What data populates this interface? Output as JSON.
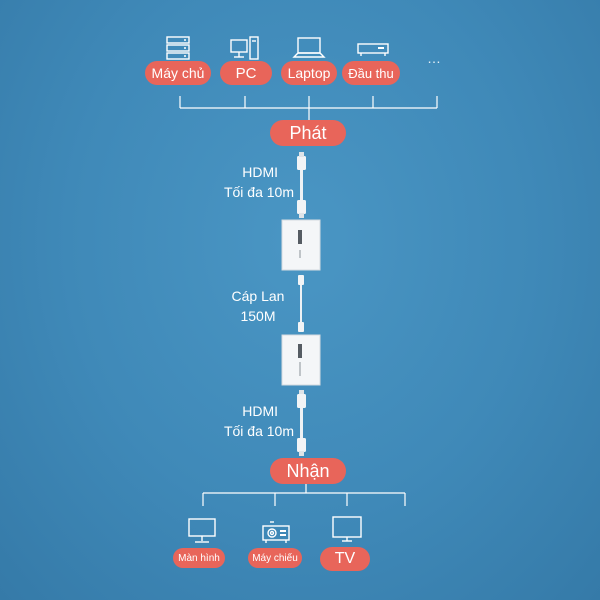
{
  "sources": {
    "items": [
      {
        "label": "Máy chủ",
        "icon": "server-icon"
      },
      {
        "label": "PC",
        "icon": "desktop-pc-icon"
      },
      {
        "label": "Laptop",
        "icon": "laptop-icon"
      },
      {
        "label": "Đầu thu",
        "icon": "receiver-box-icon"
      }
    ],
    "more": "…"
  },
  "transmitter": {
    "label": "Phát"
  },
  "cable_top": {
    "line1": "HDMI",
    "line2": "Tối đa 10m"
  },
  "cable_mid": {
    "line1": "Cáp Lan",
    "line2": "150M"
  },
  "cable_bottom": {
    "line1": "HDMI",
    "line2": "Tối đa 10m"
  },
  "receiver": {
    "label": "Nhận"
  },
  "outputs": {
    "items": [
      {
        "label": "Màn hình",
        "icon": "monitor-icon"
      },
      {
        "label": "Máy chiếu",
        "icon": "projector-icon"
      },
      {
        "label": "TV",
        "icon": "tv-icon"
      }
    ]
  },
  "colors": {
    "background": "#3f89b8",
    "pill": "#e8655a",
    "line": "#ffffff",
    "device": "#f4f6f8"
  }
}
